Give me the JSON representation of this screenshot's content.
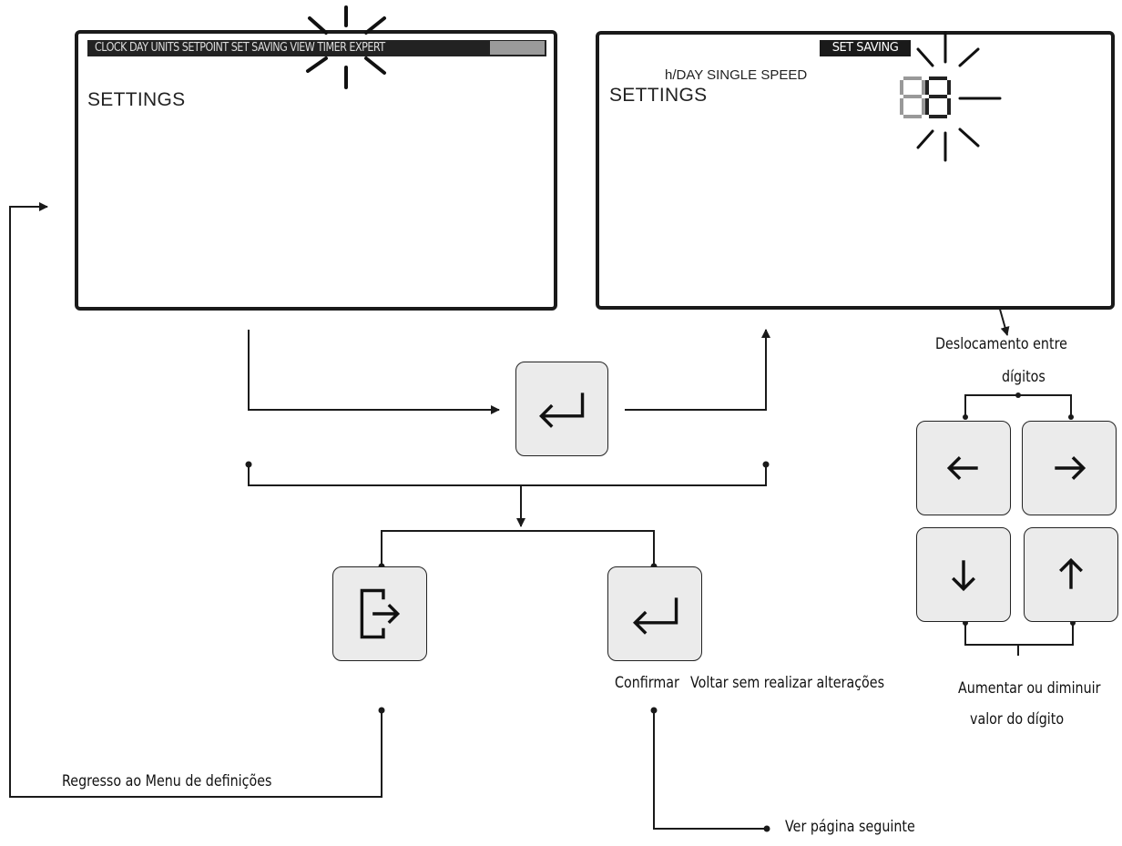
{
  "left_screen": {
    "menu_bar": "CLOCK DAY UNITS SETPOINT SET SAVING VIEW TIMER EXPERT",
    "title": "SETTINGS"
  },
  "right_screen": {
    "badge": "SET SAVING",
    "mode_label": "h/DAY SINGLE SPEED",
    "title": "SETTINGS"
  },
  "captions": {
    "digit_shift_line1": "Deslocamento entre",
    "digit_shift_line2": "dígitos",
    "adjust_line1": "Aumentar ou diminuir",
    "adjust_line2": "valor do dígito",
    "confirm": "Confirmar",
    "back_no_changes": "Voltar sem realizar alterações",
    "return_menu": "Regresso ao Menu de definições",
    "next_page": "Ver página seguinte"
  },
  "icons": {
    "enter_top": "enter-return-icon",
    "exit": "exit-door-icon",
    "enter_bottom": "enter-return-icon",
    "left": "arrow-left-icon",
    "right": "arrow-right-icon",
    "down": "arrow-down-icon",
    "up": "arrow-up-icon"
  },
  "colors": {
    "line": "#1a1a1a",
    "button_fill": "#ebebeb",
    "digit_gray": "#999999"
  }
}
